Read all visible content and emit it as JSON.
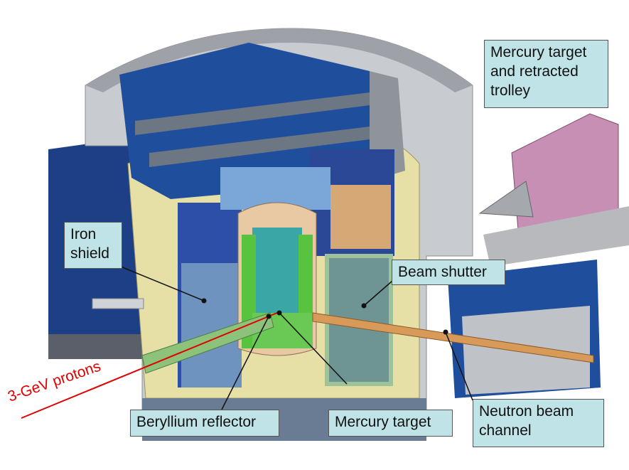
{
  "labels": {
    "mercury_trolley": "Mercury target\nand retracted\ntrolley",
    "iron_shield": "Iron\nshield",
    "beam_shutter": "Beam shutter",
    "protons": "3-GeV protons",
    "beryllium_reflector": "Beryllium reflector",
    "mercury_target": "Mercury target",
    "neutron_channel": "Neutron beam\nchannel"
  },
  "colors": {
    "callout_fill": "#bfe3e6",
    "proton_beam": "#e00000",
    "shield_blue": "#1f4f9c",
    "outer_concrete": "#c8cbd0",
    "trolley": "#c68fb3",
    "moderator_green": "#58c33e"
  }
}
